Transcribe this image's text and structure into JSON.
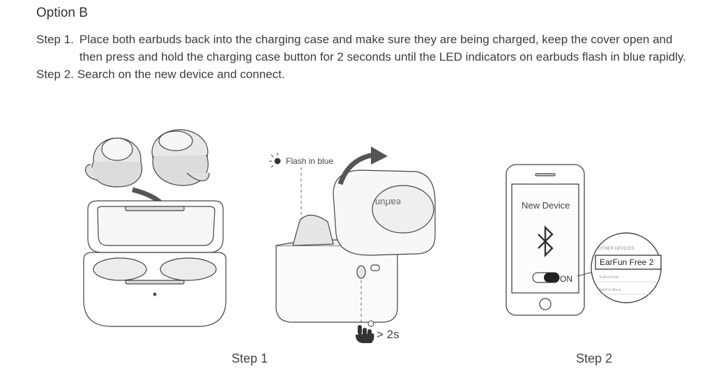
{
  "header": {
    "title": "Option B"
  },
  "steps": [
    {
      "label": "Step 1.",
      "text": "Place both earbuds back into the charging case and make sure they are being charged, keep the cover open and then press and hold the charging case button for 2 seconds until the LED indicators on earbuds flash in blue rapidly."
    },
    {
      "label": "Step 2.",
      "text": "Search on the new device and connect."
    }
  ],
  "figure1": {
    "flash_label": "Flash in blue",
    "duration_label": "> 2s",
    "caption": "Step 1",
    "brand_text": "earfun"
  },
  "figure2": {
    "screen_title": "New Device",
    "toggle_label": "ON",
    "zoom_header": "OTHER DEVICES",
    "selected_device": "EarFun Free 2",
    "other_device_1": "EarFun Free",
    "other_device_2": "EarFun Wave",
    "caption": "Step 2"
  }
}
